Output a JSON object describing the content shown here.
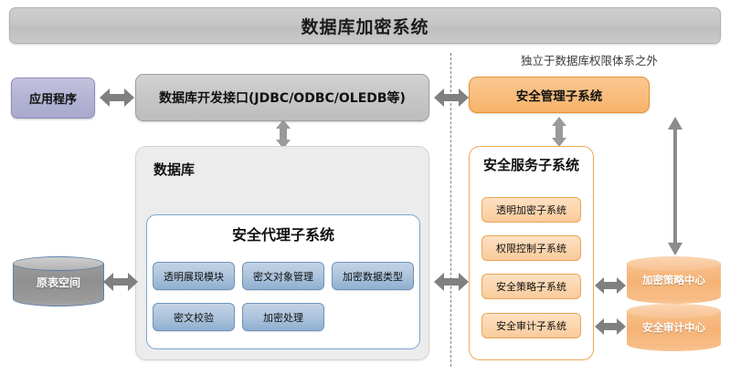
{
  "header": {
    "title": "数据库加密系统"
  },
  "left": {
    "application": "应用程序",
    "api_layer": "数据库开发接口(JDBC/ODBC/OLEDB等)",
    "database_panel_title": "数据库",
    "agent_panel_title": "安全代理子系统",
    "agent_modules": [
      "透明展现模块",
      "密文对象管理",
      "加密数据类型",
      "密文校验",
      "加密处理"
    ],
    "table_space": "原表空间"
  },
  "right": {
    "independence_note": "独立于数据库权限体系之外",
    "security_manager": "安全管理子系统",
    "service_panel_title": "安全服务子系统",
    "service_items": [
      "透明加密子系统",
      "权限控制子系统",
      "安全策略子系统",
      "安全审计子系统"
    ],
    "centers": [
      "加密策略中心",
      "安全审计中心"
    ]
  },
  "colors": {
    "banner": "#c6c6c6",
    "app_box": "#b3b3d4",
    "api_box": "#c6c6c6",
    "orange_strong": "#f9bd7c",
    "orange_light": "#fbd4ac",
    "blue_module": "#afc6de",
    "arrow": "#808080",
    "divider": "#808080"
  },
  "icons": {
    "arrow_horizontal": "double-arrow-horizontal-icon",
    "arrow_vertical": "double-arrow-vertical-icon",
    "divider": "dashed-divider-icon"
  }
}
